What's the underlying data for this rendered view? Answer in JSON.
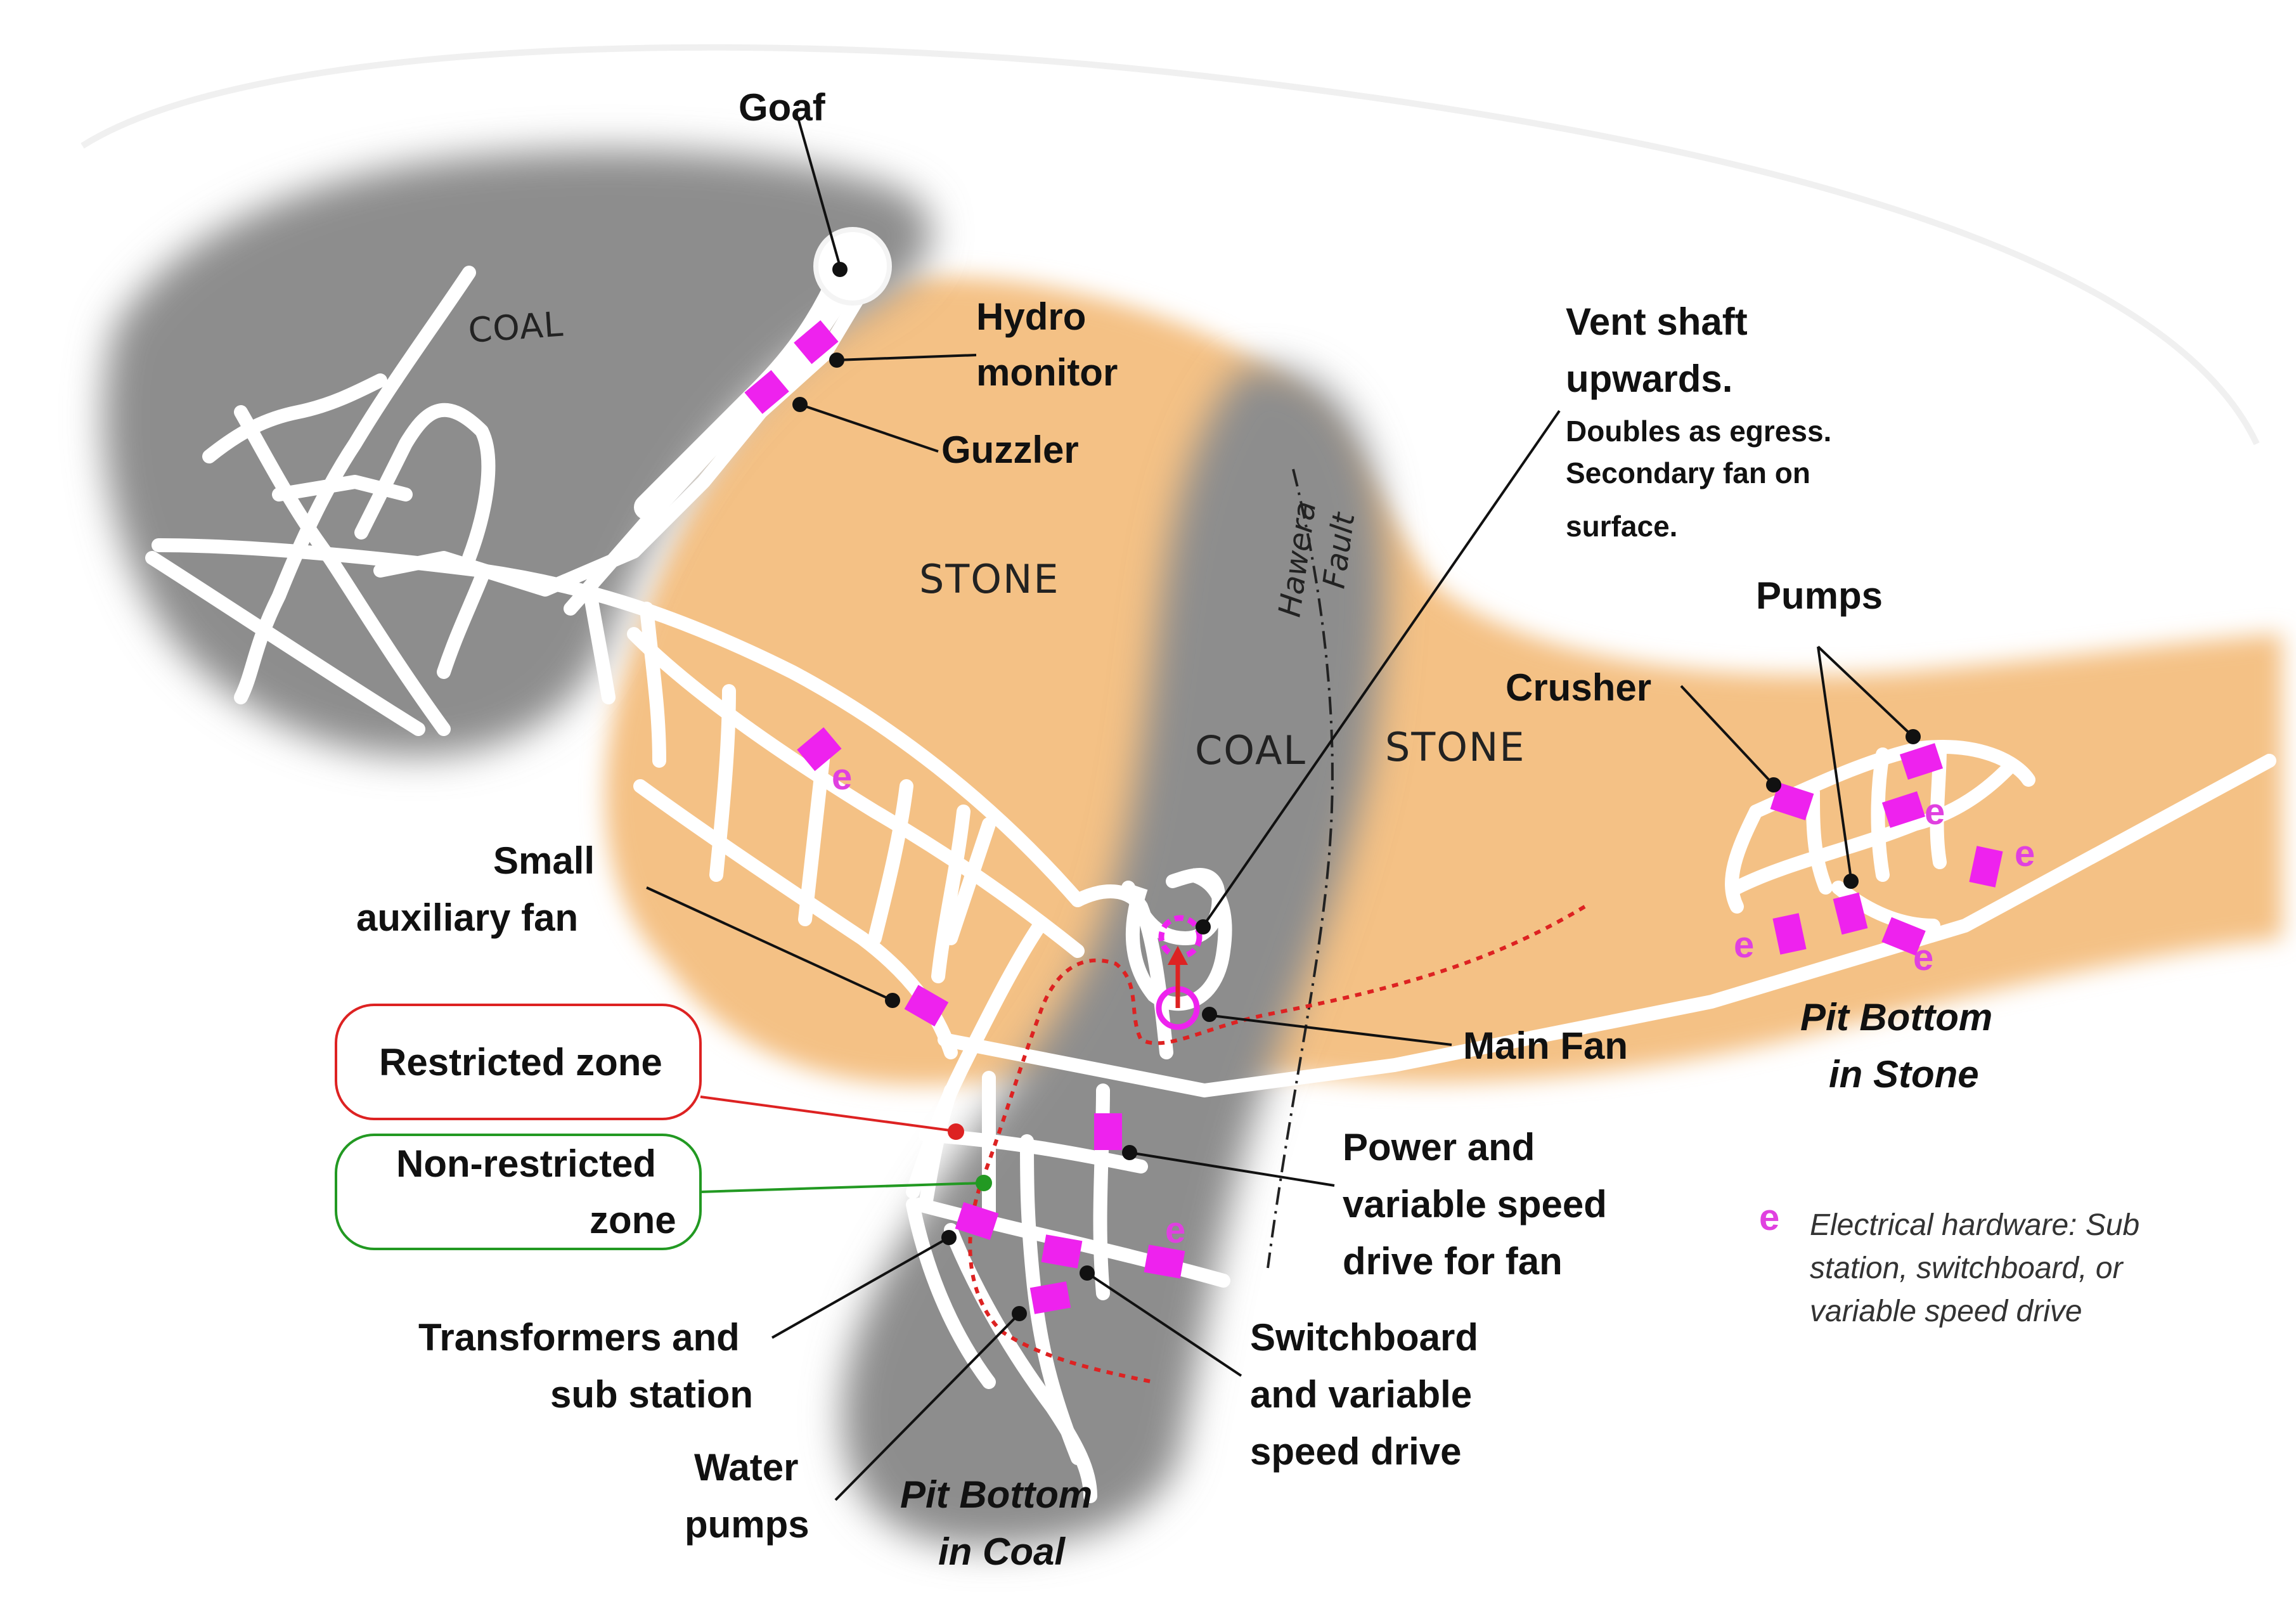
{
  "zones": {
    "coal_left": "COAL",
    "stone_mid": "STONE",
    "coal_center": "COAL",
    "stone_right": "STONE",
    "fault_line1": "Hawera",
    "fault_line2": "Fault"
  },
  "labels": {
    "goaf": "Goaf",
    "hydro_monitor_1": "Hydro",
    "hydro_monitor_2": "monitor",
    "guzzler": "Guzzler",
    "vent_shaft_1": "Vent shaft",
    "vent_shaft_2": "upwards.",
    "vent_shaft_note_1": "Doubles as egress.",
    "vent_shaft_note_2": "Secondary fan on",
    "vent_shaft_note_3": "surface.",
    "pumps": "Pumps",
    "crusher": "Crusher",
    "small_aux_fan_1": "Small",
    "small_aux_fan_2": "auxiliary fan",
    "restricted_zone": "Restricted zone",
    "non_restricted_1": "Non-restricted",
    "non_restricted_2": "zone",
    "main_fan": "Main Fan",
    "power_vsd_1": "Power and",
    "power_vsd_2": "variable speed",
    "power_vsd_3": "drive for fan",
    "transformers_1": "Transformers and",
    "transformers_2": "sub station",
    "switchboard_1": "Switchboard",
    "switchboard_2": "and variable",
    "switchboard_3": "speed drive",
    "water_pumps_1": "Water",
    "water_pumps_2": "pumps",
    "pit_coal_1": "Pit Bottom",
    "pit_coal_2": "in Coal",
    "pit_stone_1": "Pit Bottom",
    "pit_stone_2": "in Stone"
  },
  "e_marker": "e",
  "legend": {
    "symbol": "e",
    "line1": "Electrical hardware: Sub",
    "line2": "station, switchboard, or",
    "line3": "variable speed drive"
  },
  "colors": {
    "coal": "#8c8c8c",
    "stone": "#f4c185",
    "tunnel": "#ffffff",
    "equipment": "#ee22ee",
    "restricted": "#dd2222",
    "non_restricted": "#229922",
    "leader": "#111111"
  }
}
